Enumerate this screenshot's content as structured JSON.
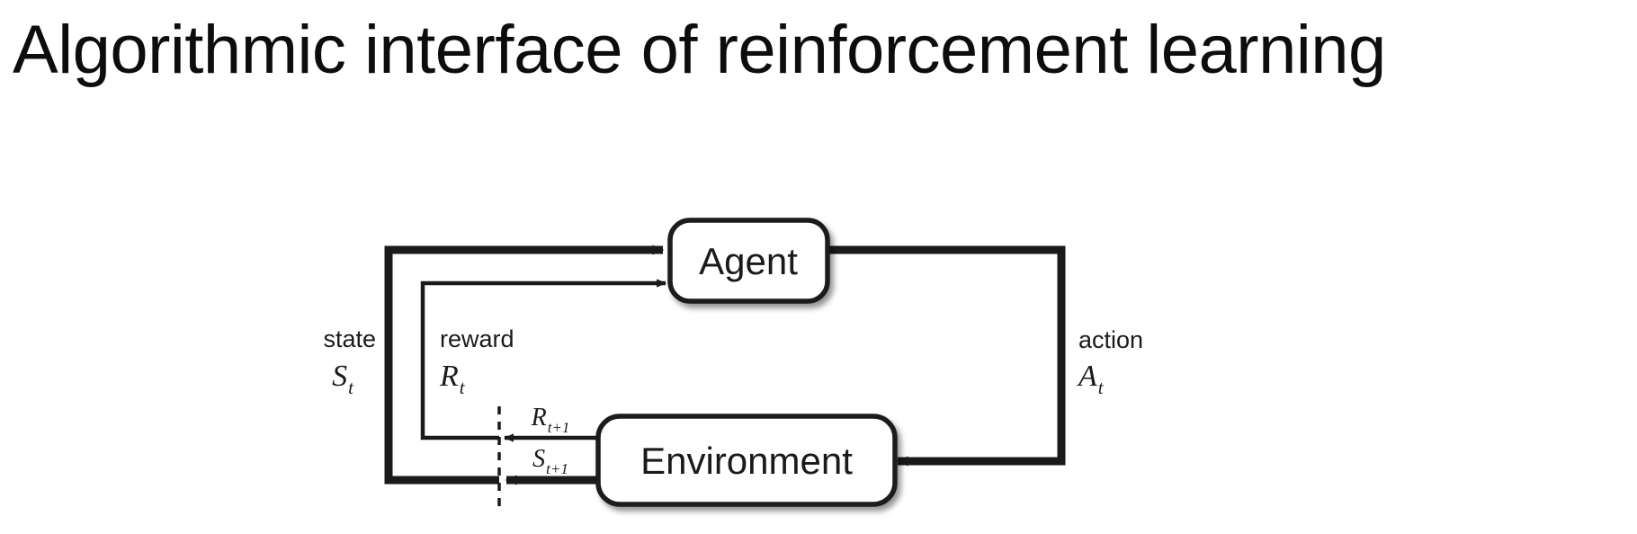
{
  "slide": {
    "title": "Algorithmic interface of reinforcement learning",
    "background_color": "#ffffff",
    "text_color": "#0d0d0d"
  },
  "diagram": {
    "name": "agent-environment-interaction-loop",
    "stroke_color": "#1a1a1a",
    "fill_color": "#ffffff",
    "nodes": [
      {
        "id": "agent",
        "label": "Agent"
      },
      {
        "id": "environment",
        "label": "Environment"
      }
    ],
    "edges": [
      {
        "id": "state-in",
        "label": "state",
        "symbol": "S",
        "subscript": "t",
        "from": "environment",
        "to": "agent",
        "weight": "thick"
      },
      {
        "id": "reward-in",
        "label": "reward",
        "symbol": "R",
        "subscript": "t",
        "from": "environment",
        "to": "agent",
        "weight": "thin"
      },
      {
        "id": "action-out",
        "label": "action",
        "symbol": "A",
        "subscript": "t",
        "from": "agent",
        "to": "environment",
        "weight": "thick"
      },
      {
        "id": "reward-next",
        "label": "",
        "symbol": "R",
        "subscript": "t+1",
        "from": "environment",
        "to": "reward-in",
        "weight": "thin"
      },
      {
        "id": "state-next",
        "label": "",
        "symbol": "S",
        "subscript": "t+1",
        "from": "environment",
        "to": "state-in",
        "weight": "thick"
      }
    ],
    "time_boundary": {
      "id": "time-step-boundary",
      "style": "dashed"
    }
  }
}
